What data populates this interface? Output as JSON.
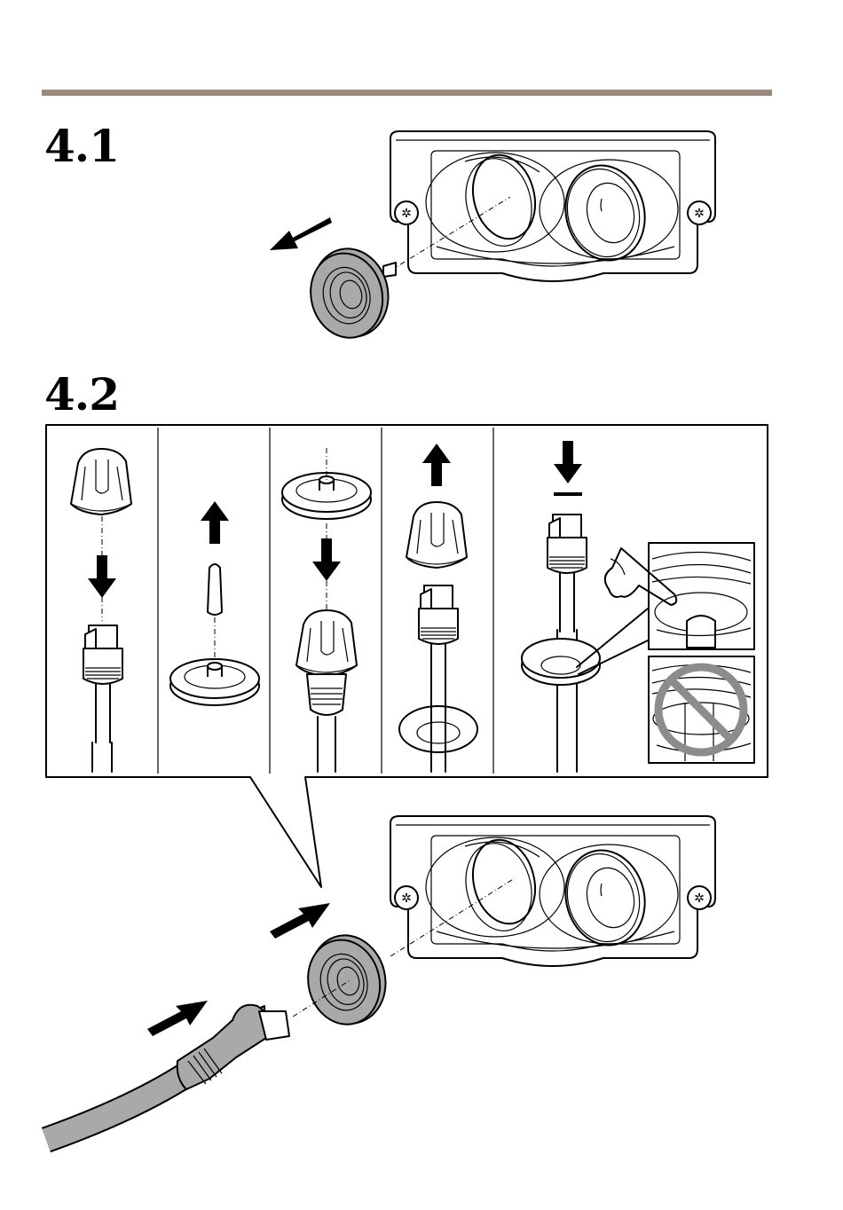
{
  "page": {
    "divider_color": "#9b8b7c",
    "prohibit_color": "#8c8c8c"
  },
  "steps": [
    {
      "number": "4.1",
      "description_icons": [
        "arrow-out-icon",
        "grommet-icon",
        "camera-housing-icon"
      ]
    },
    {
      "number": "4.2",
      "panels": [
        {
          "id": "panel-1",
          "icons": [
            "cable-guard-icon",
            "arrow-down-icon",
            "rj45-connector-icon"
          ]
        },
        {
          "id": "panel-2",
          "icons": [
            "arrow-up-icon",
            "grommet-plug-icon",
            "grommet-icon"
          ]
        },
        {
          "id": "panel-3",
          "icons": [
            "grommet-icon",
            "arrow-down-icon",
            "cable-guard-on-connector-icon"
          ]
        },
        {
          "id": "panel-4",
          "icons": [
            "arrow-up-icon",
            "cable-guard-icon",
            "rj45-connector-icon",
            "grommet-icon"
          ]
        },
        {
          "id": "panel-5",
          "icons": [
            "arrow-down-stop-icon",
            "rj45-connector-icon",
            "grommet-icon",
            "finger-press-icon",
            "correct-inset",
            "prohibited-inset"
          ]
        }
      ]
    }
  ]
}
